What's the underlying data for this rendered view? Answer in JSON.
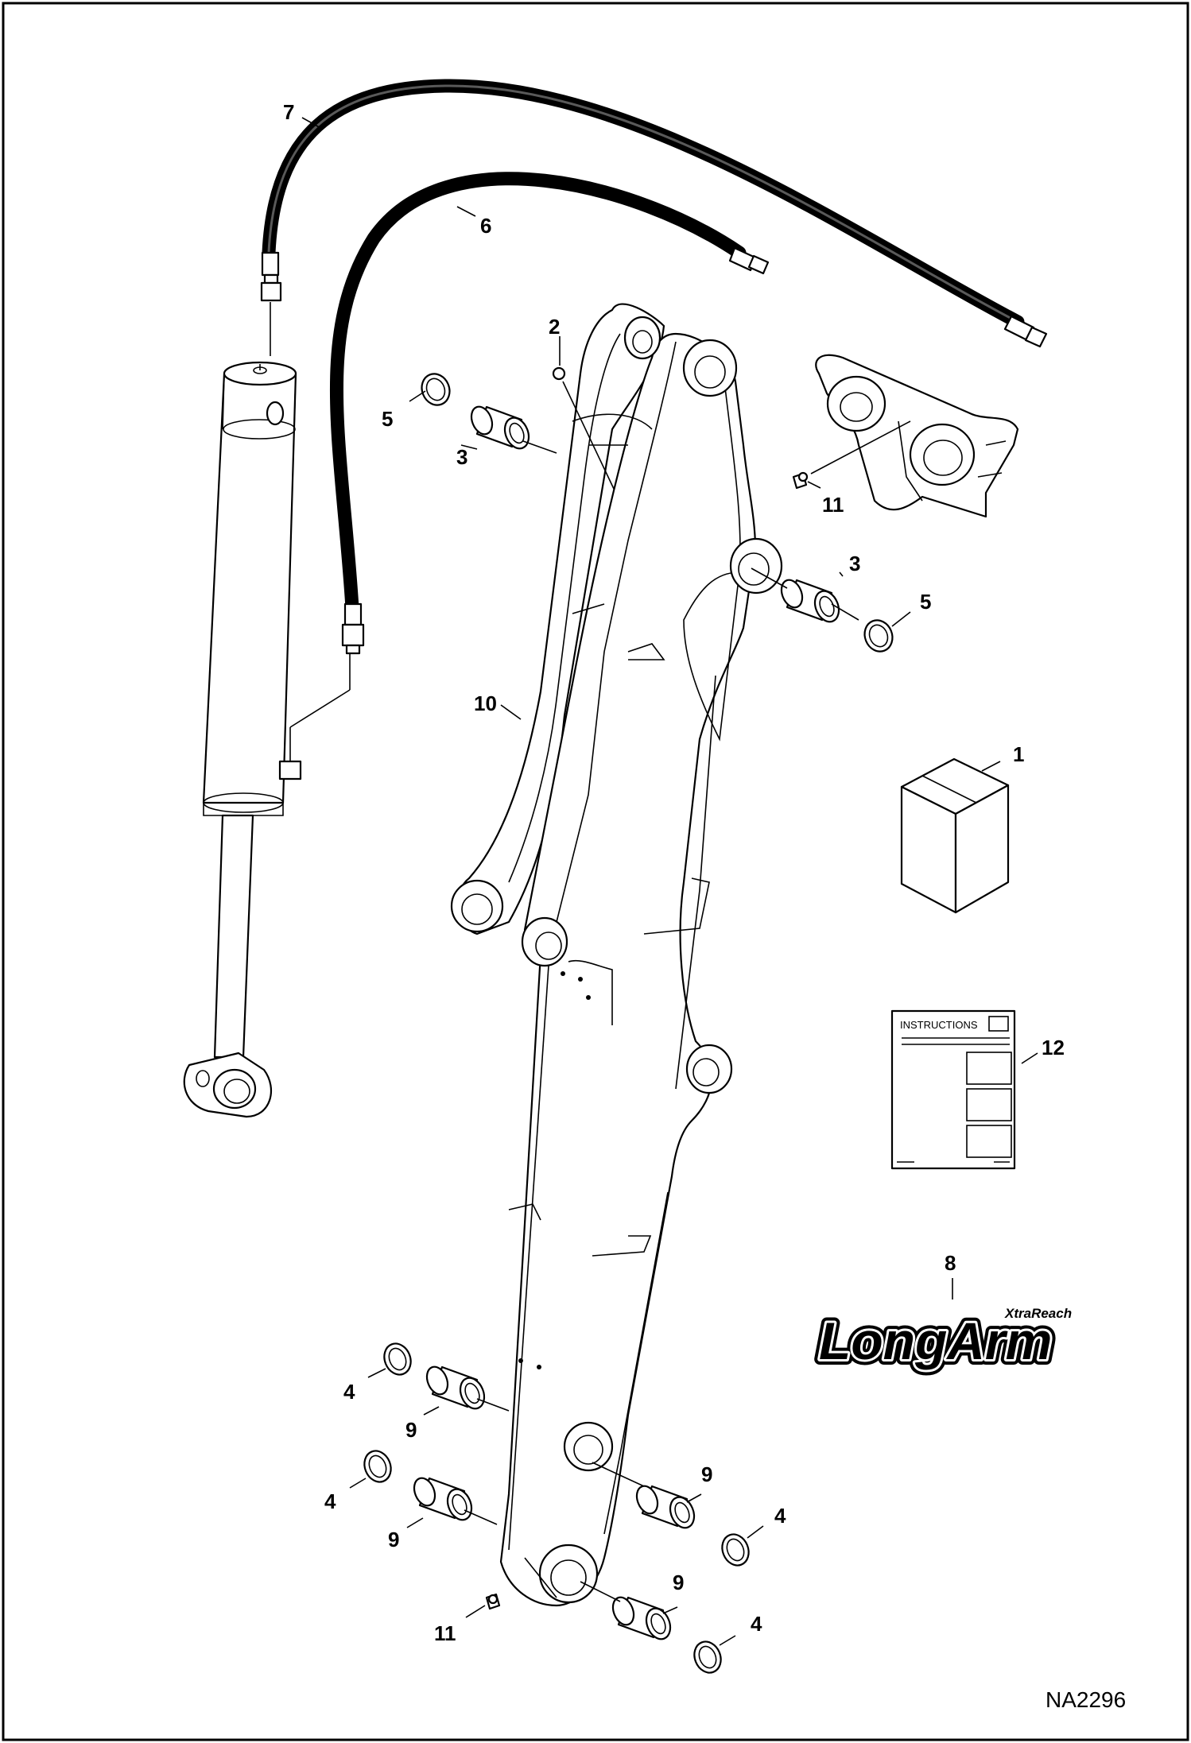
{
  "drawing_code": "NA2296",
  "callouts": {
    "c1": "1",
    "c2": "2",
    "c3a": "3",
    "c3b": "3",
    "c4a": "4",
    "c4b": "4",
    "c4c": "4",
    "c4d": "4",
    "c5a": "5",
    "c5b": "5",
    "c6": "6",
    "c7": "7",
    "c8": "8",
    "c9a": "9",
    "c9b": "9",
    "c9c": "9",
    "c9d": "9",
    "c10": "10",
    "c11a": "11",
    "c11b": "11",
    "c12": "12"
  },
  "instructions_label": "INSTRUCTIONS",
  "logo": {
    "main": "LongArm",
    "sub": "XtraReach"
  }
}
